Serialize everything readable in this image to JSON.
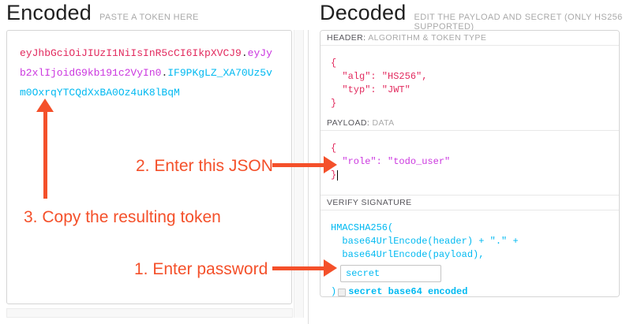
{
  "colors": {
    "header_segment": "#e22a5e",
    "payload_segment": "#cb36df",
    "signature_segment": "#00b9f1",
    "annotation": "#f4502a"
  },
  "encoded": {
    "title": "Encoded",
    "subtitle": "PASTE A TOKEN HERE",
    "token": {
      "header": "eyJhbGciOiJIUzI1NiIsInR5cCI6IkpXVCJ9",
      "dot1": ".",
      "payload": "eyJyb2xlIjoidG9kb191c2VyIn0",
      "dot2": ".",
      "signature": "IF9PKgLZ_XA70Uz5vm0OxrqYTCQdXxBA0Oz4uK8lBqM"
    }
  },
  "decoded": {
    "title": "Decoded",
    "subtitle": "EDIT THE PAYLOAD AND SECRET (ONLY HS256 SUPPORTED)",
    "header_section": {
      "label_strong": "HEADER:",
      "label_rest": " ALGORITHM & TOKEN TYPE",
      "code": "{\n  \"alg\": \"HS256\",\n  \"typ\": \"JWT\"\n}"
    },
    "payload_section": {
      "label_strong": "PAYLOAD:",
      "label_rest": " DATA",
      "brace_open": "{",
      "content": "  \"role\": \"todo_user\"",
      "brace_close": "}"
    },
    "verify_section": {
      "label_strong": "VERIFY SIGNATURE",
      "label_rest": "",
      "code_before": "HMACSHA256(\n  base64UrlEncode(header) + \".\" +\n  base64UrlEncode(payload),",
      "secret_value": "secret",
      "close_paren": ") ",
      "checkbox_label": "secret base64 encoded"
    }
  },
  "annotations": {
    "step1": "1. Enter password",
    "step2": "2. Enter this JSON",
    "step3": "3. Copy the resulting token"
  }
}
